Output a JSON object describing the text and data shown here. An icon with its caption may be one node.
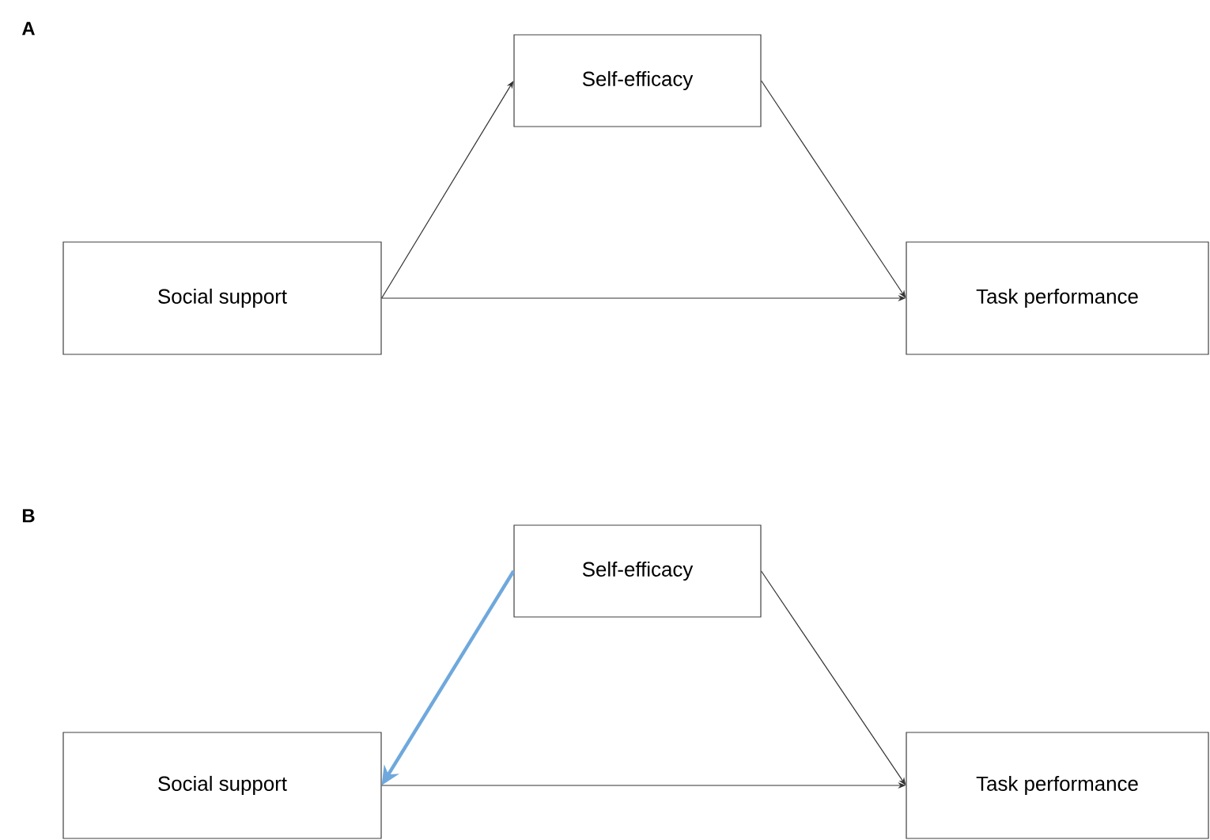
{
  "diagram": {
    "nodes": [
      {
        "text": [
          "Self-efficacy"
        ]
      },
      {
        "text": [
          "Social support"
        ]
      },
      {
        "text": [
          "Task performance"
        ]
      },
      {
        "text": [
          "Self-efficacy"
        ]
      },
      {
        "text": [
          "Social support"
        ]
      },
      {
        "text": [
          "Task performance"
        ]
      }
    ],
    "edges": [
      {
        "from": 1,
        "to": 0,
        "arrow": "to"
      },
      {
        "from": 0,
        "to": 2,
        "arrow": "to"
      },
      {
        "from": 1,
        "to": 2,
        "arrow": "to"
      },
      {
        "from": 3,
        "to": 4,
        "arrow": "to",
        "style": "thick",
        "color": "#6fa8dc"
      },
      {
        "from": 3,
        "to": 5,
        "arrow": "to"
      },
      {
        "from": 4,
        "to": 5,
        "arrow": "to"
      }
    ],
    "labels": [
      "A",
      "B"
    ]
  }
}
